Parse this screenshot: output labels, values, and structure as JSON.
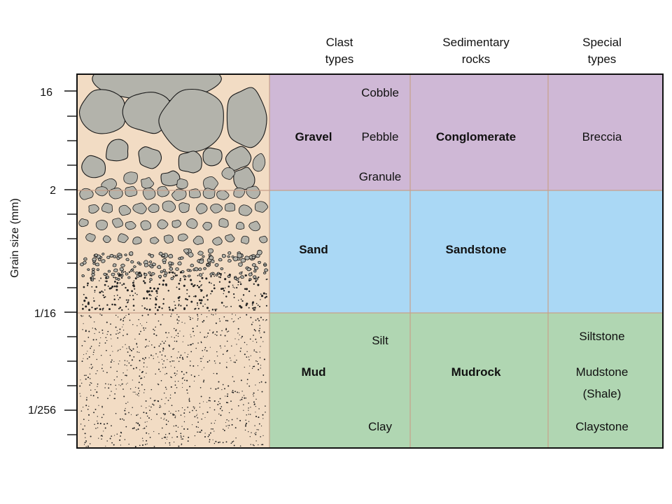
{
  "axis": {
    "label": "Grain size (mm)",
    "ticks": [
      "16",
      "2",
      "1/16",
      "1/256"
    ]
  },
  "headers": {
    "clast_types": [
      "Clast",
      "types"
    ],
    "sedimentary_rocks": [
      "Sedimentary",
      "rocks"
    ],
    "special_types": [
      "Special",
      "types"
    ]
  },
  "rows": {
    "gravel": {
      "name": "Gravel",
      "subtypes": [
        "Cobble",
        "Pebble",
        "Granule"
      ],
      "rock": "Conglomerate",
      "special": [
        "Breccia"
      ],
      "color": "#cfb8d6"
    },
    "sand": {
      "name": "Sand",
      "rock": "Sandstone",
      "color": "#aad8f5"
    },
    "mud": {
      "name": "Mud",
      "subtypes": [
        "Silt",
        "Clay"
      ],
      "rock": "Mudrock",
      "special": [
        "Siltstone",
        "Mudstone",
        "(Shale)",
        "Claystone"
      ],
      "color": "#b0d6b2"
    }
  },
  "colors": {
    "sediment_background": "#f2dcc4",
    "grain_fill": "#b3b3ab",
    "grid_line": "#c8a08a",
    "border": "#111111"
  }
}
